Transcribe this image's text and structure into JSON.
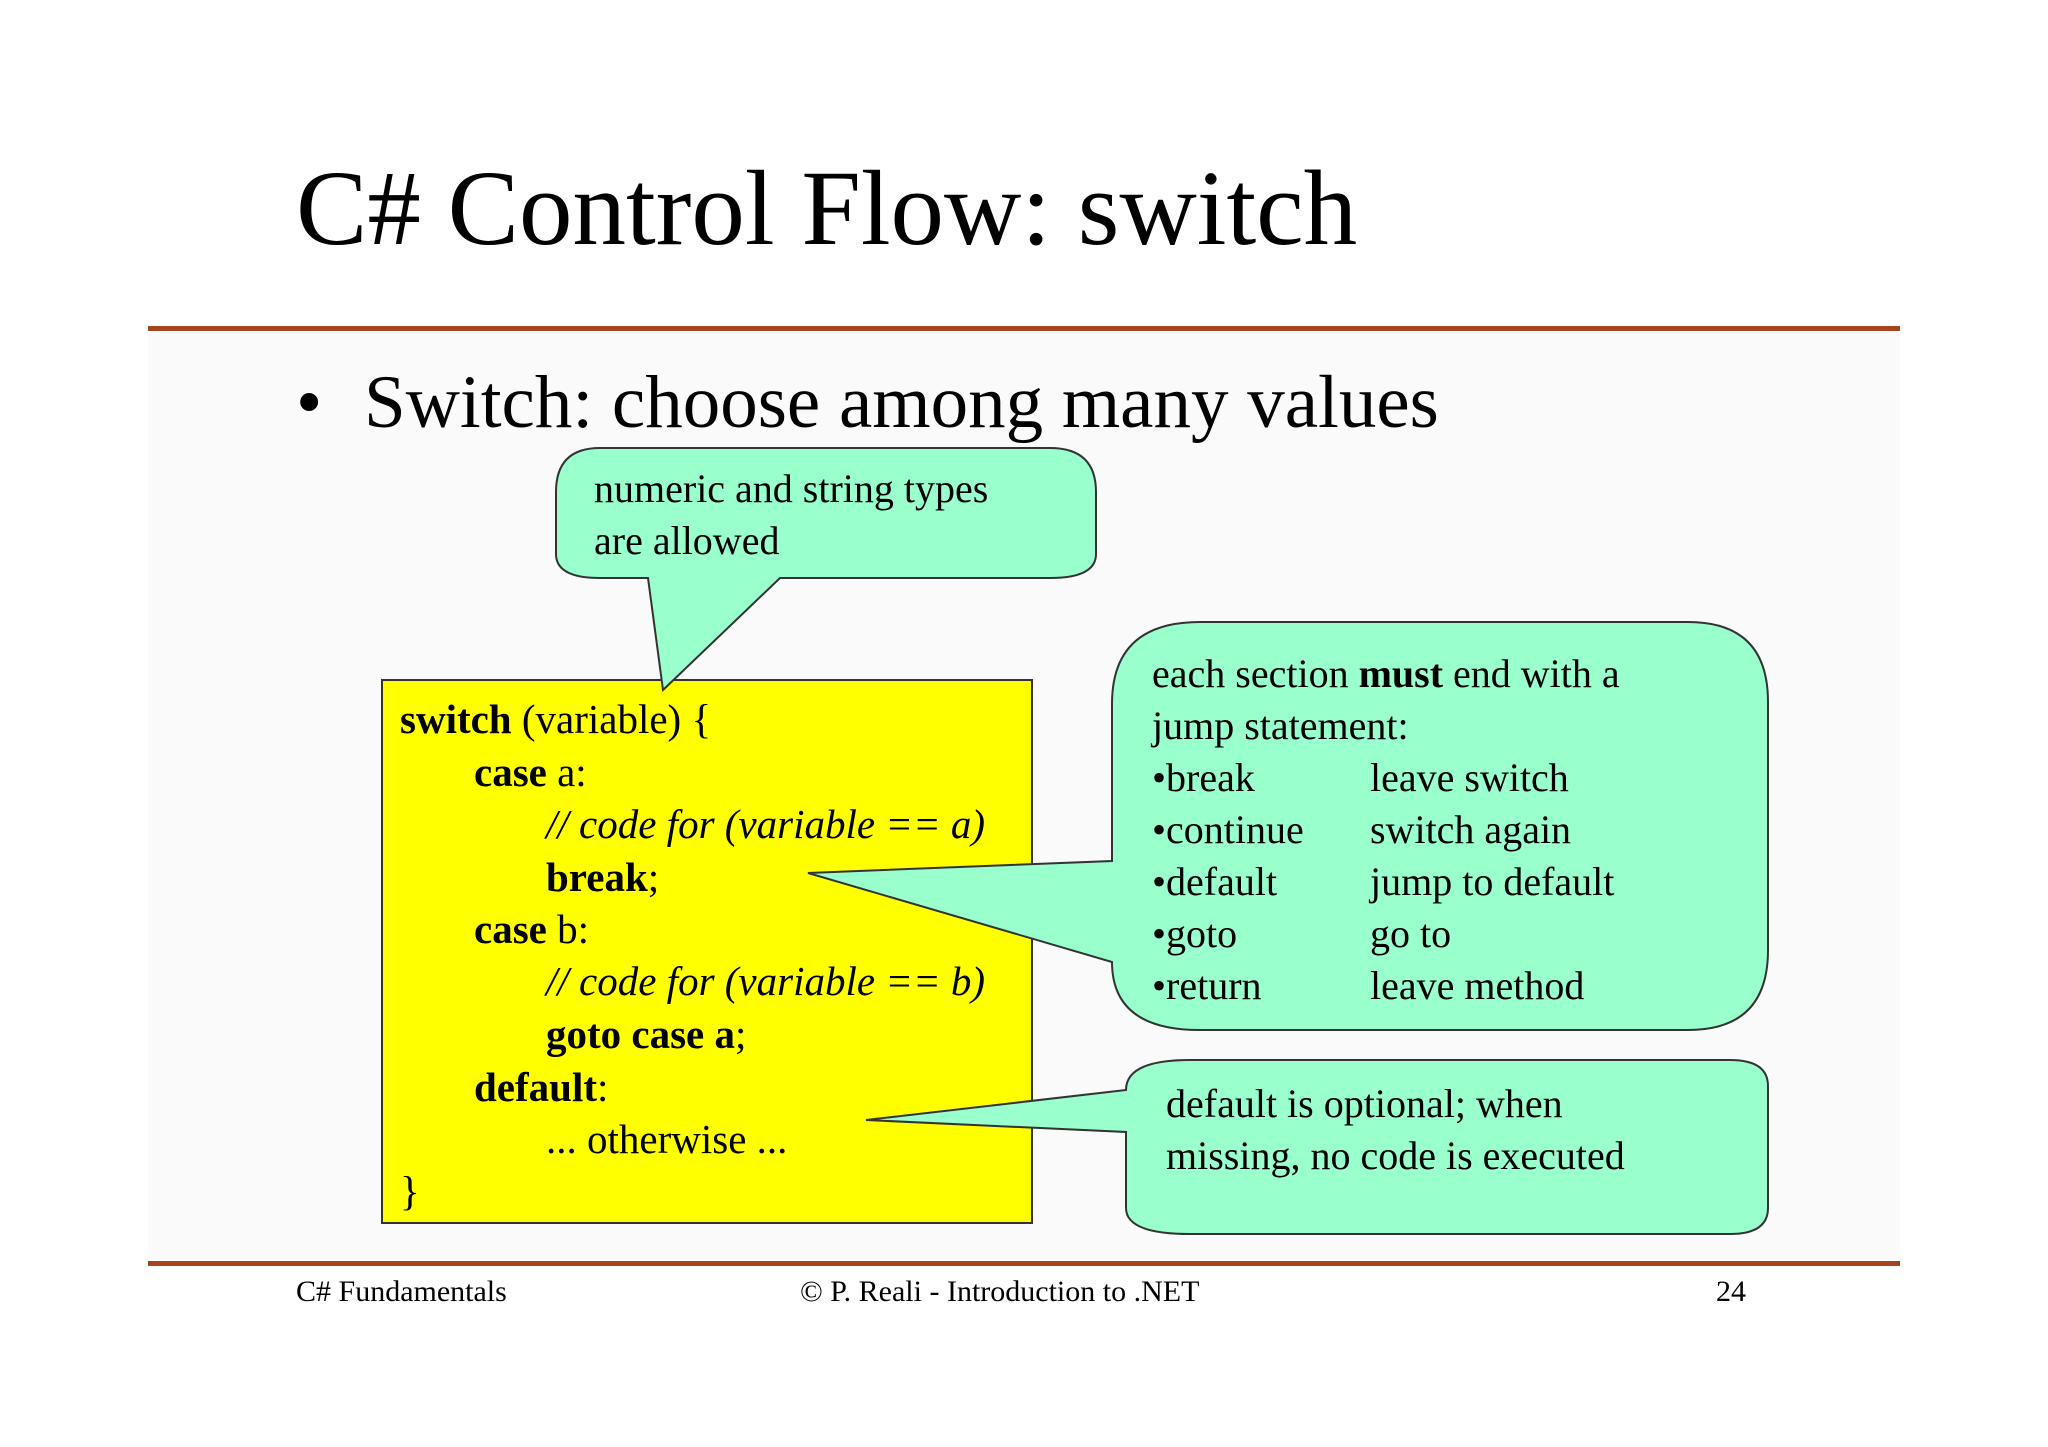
{
  "slide": {
    "title": "C# Control Flow: switch",
    "bullet_marker": "•",
    "bullet": "Switch: choose among many values"
  },
  "code": {
    "line1_kw": "switch",
    "line1_rest": " (variable) {",
    "line2_kw": "case",
    "line2_rest": " a:",
    "line3_comment": "// code for (variable == a)",
    "line4_kw": "break",
    "line4_rest": ";",
    "line5_kw": "case",
    "line5_rest": " b:",
    "line6_comment": "// code for (variable == b)",
    "line7_kw": "goto case a",
    "line7_rest": ";",
    "line8_kw": "default",
    "line8_rest": ":",
    "line9": "... otherwise ...",
    "line10": "}"
  },
  "callouts": {
    "types": {
      "line1": "numeric and string types",
      "line2": "are allowed"
    },
    "jump": {
      "intro_a": "each section ",
      "intro_bold": "must",
      "intro_b": " end with a",
      "intro_line2": "jump statement:",
      "items": [
        {
          "keyword": "•break",
          "meaning": "leave switch"
        },
        {
          "keyword": "•continue",
          "meaning": "switch again"
        },
        {
          "keyword": "•default",
          "meaning": "jump to default"
        },
        {
          "keyword": "•goto",
          "meaning": "go to"
        },
        {
          "keyword": "•return",
          "meaning": "leave method"
        }
      ]
    },
    "default_note": {
      "line1": "default is optional; when",
      "line2": "missing, no code is executed"
    }
  },
  "footer": {
    "left": "C# Fundamentals",
    "center": "© P. Reali - Introduction to .NET",
    "page": "24"
  },
  "colors": {
    "rule": "#a8431f",
    "code_bg": "#ffff00",
    "callout_bg": "#99ffcc"
  }
}
